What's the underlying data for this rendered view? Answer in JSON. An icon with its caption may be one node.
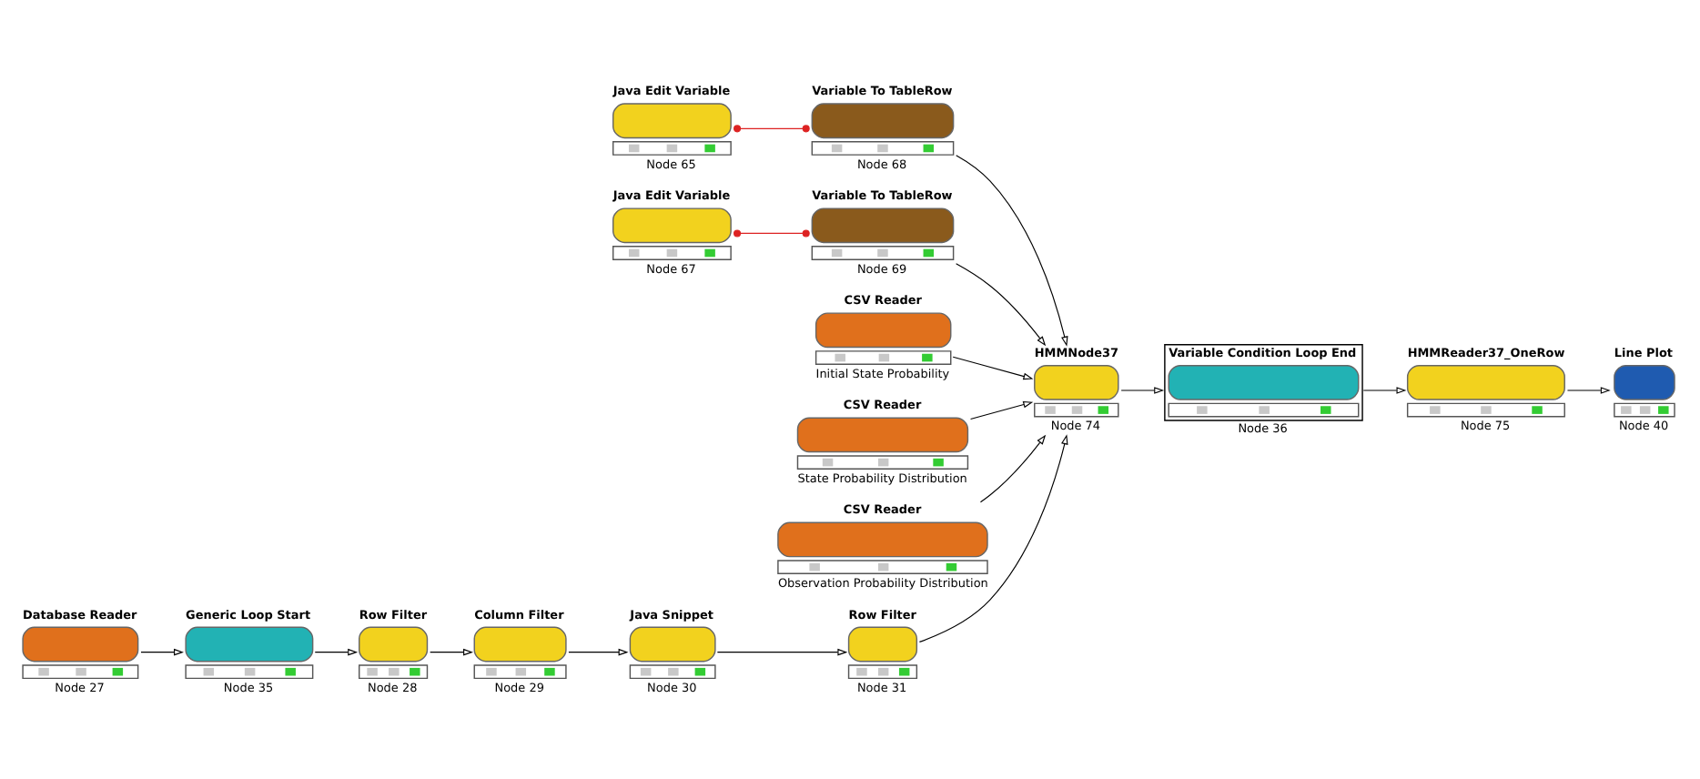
{
  "diagram": {
    "nodes": [
      {
        "text": [
          "Java Edit Variable"
        ],
        "beside": [
          "Node 65"
        ]
      },
      {
        "text": [
          "Variable To TableRow"
        ],
        "beside": [
          "Node 68"
        ]
      },
      {
        "text": [
          "HMMNode37"
        ],
        "beside": [
          "Node 74"
        ]
      },
      {
        "text": [
          "HMMReader37_OneRow"
        ],
        "beside": [
          "Node 75"
        ]
      },
      {
        "text": [
          "Java Edit Variable"
        ],
        "beside": [
          "Node 67"
        ]
      },
      {
        "text": [
          "Variable To TableRow"
        ],
        "beside": [
          "Node 69"
        ]
      },
      {
        "text": [
          "CSV Reader"
        ],
        "beside": [
          "Initial State Probability"
        ]
      },
      {
        "text": [
          "CSV Reader"
        ],
        "beside": [
          "State Probability Distribution"
        ]
      },
      {
        "text": [
          "Line Plot"
        ],
        "beside": [
          "Node 40"
        ]
      },
      {
        "text": [
          "Java Snippet"
        ],
        "beside": [
          "Node 30"
        ]
      },
      {
        "text": [
          "Row Filter"
        ],
        "beside": [
          "Node 28"
        ]
      },
      {
        "text": [
          "CSV Reader"
        ],
        "beside": [
          "Observation Probability Distribution"
        ]
      },
      {
        "text": [
          "Variable Condition Loop End"
        ],
        "beside": [
          "Node 36"
        ]
      },
      {
        "text": [
          "Column Filter"
        ],
        "beside": [
          "Node 29"
        ]
      },
      {
        "text": [
          "Database Reader"
        ],
        "beside": [
          "Node 27"
        ]
      },
      {
        "text": [
          "Generic Loop Start"
        ],
        "beside": [
          "Node 35"
        ]
      },
      {
        "text": [
          "Row Filter"
        ],
        "beside": [
          "Node 31"
        ]
      }
    ],
    "edges": [
      {
        "from": 0,
        "to": 1,
        "arrow": "other",
        "color": "#dd2222"
      },
      {
        "from": 4,
        "to": 5,
        "arrow": "other",
        "color": "#dd2222"
      },
      {
        "from": 1,
        "to": 2,
        "arrow": "to"
      },
      {
        "from": 5,
        "to": 2,
        "arrow": "to"
      },
      {
        "from": 6,
        "to": 2,
        "arrow": "to"
      },
      {
        "from": 7,
        "to": 2,
        "arrow": "to"
      },
      {
        "from": 11,
        "to": 2,
        "arrow": "to"
      },
      {
        "from": 16,
        "to": 2,
        "arrow": "to"
      },
      {
        "from": 2,
        "to": 12,
        "arrow": "to"
      },
      {
        "from": 12,
        "to": 3,
        "arrow": "to"
      },
      {
        "from": 3,
        "to": 8,
        "arrow": "to"
      },
      {
        "from": 14,
        "to": 15,
        "arrow": "to"
      },
      {
        "from": 15,
        "to": 10,
        "arrow": "to"
      },
      {
        "from": 10,
        "to": 13,
        "arrow": "to"
      },
      {
        "from": 13,
        "to": 9,
        "arrow": "to"
      },
      {
        "from": 9,
        "to": 16,
        "arrow": "to"
      }
    ]
  }
}
